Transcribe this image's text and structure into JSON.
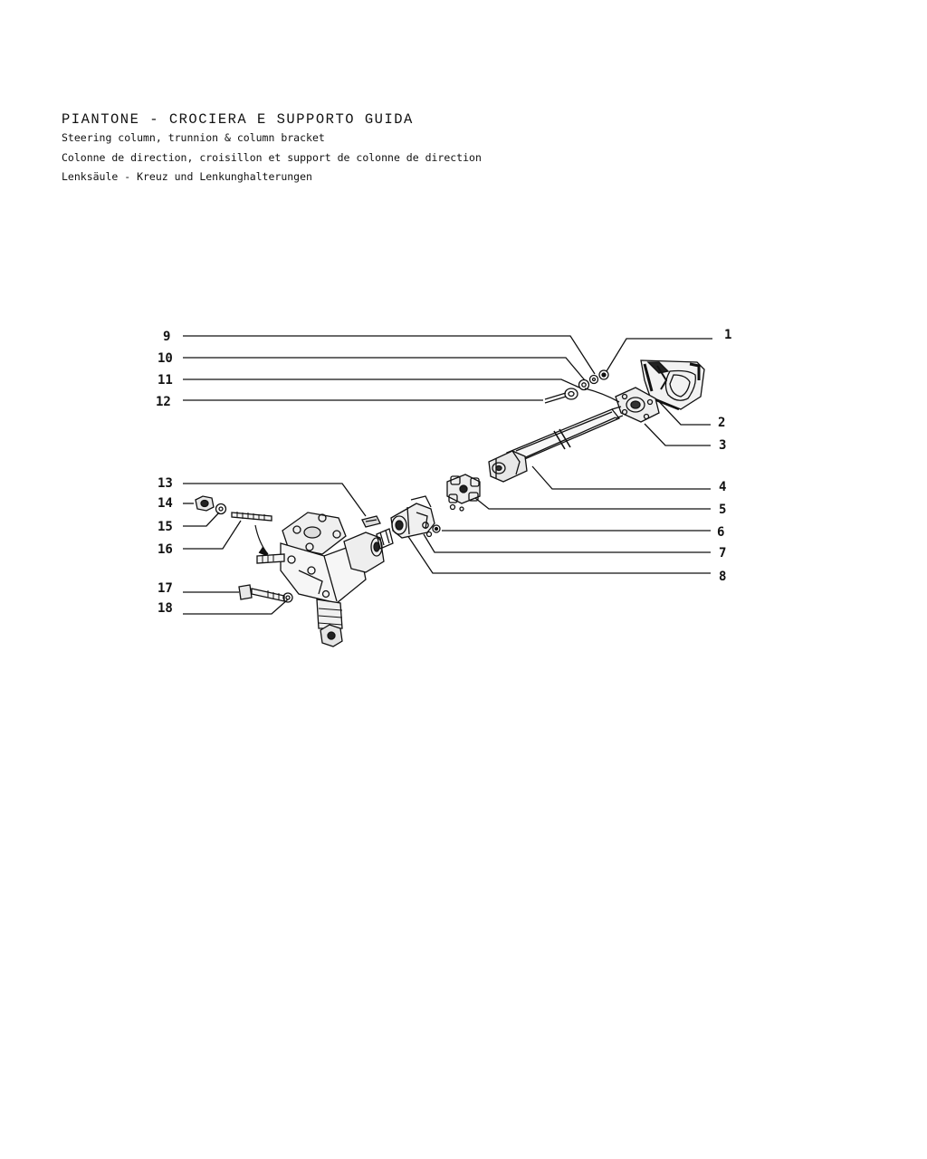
{
  "header": {
    "title": "PIANTONE - CROCIERA E SUPPORTO GUIDA",
    "subtitle_en": "Steering column, trunnion & column bracket",
    "subtitle_fr": "Colonne de direction, croisillon et support de colonne de direction",
    "subtitle_de": "Lenksäule - Kreuz und Lenkunghalterungen"
  },
  "callouts": {
    "c1": "1",
    "c2": "2",
    "c3": "3",
    "c4": "4",
    "c5": "5",
    "c6": "6",
    "c7": "7",
    "c8": "8",
    "c9": "9",
    "c10": "10",
    "c11": "11",
    "c12": "12",
    "c13": "13",
    "c14": "14",
    "c15": "15",
    "c16": "16",
    "c17": "17",
    "c18": "18"
  },
  "colors": {
    "ink": "#111111",
    "paper": "#ffffff"
  }
}
